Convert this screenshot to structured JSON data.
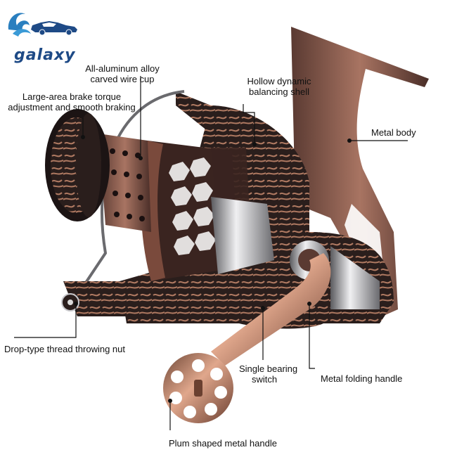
{
  "logo": {
    "brand_text": "galaxy",
    "icon": "wave-car-logo-icon",
    "colors": {
      "wave": "#2a7fbf",
      "car": "#1e4a86",
      "text": "#1e4a86"
    }
  },
  "product": {
    "subject": "spinning-fishing-reel",
    "colors": {
      "metal": "#8a5a4a",
      "dark": "#2a1e1c",
      "copper": "#c58c72",
      "silver": "#c8c8cc"
    }
  },
  "callouts": [
    {
      "id": "wire-cup",
      "lines": [
        "All-aluminum alloy",
        "carved wire cup"
      ]
    },
    {
      "id": "brake",
      "lines": [
        "Large-area brake torque",
        "adjustment and smooth braking"
      ]
    },
    {
      "id": "shell",
      "lines": [
        "Hollow dynamic",
        "balancing shell"
      ]
    },
    {
      "id": "body",
      "lines": [
        "Metal body"
      ]
    },
    {
      "id": "nut",
      "lines": [
        "Drop-type thread throwing nut"
      ]
    },
    {
      "id": "bearing",
      "lines": [
        "Single bearing",
        "switch"
      ]
    },
    {
      "id": "folding-handle",
      "lines": [
        "Metal folding handle"
      ]
    },
    {
      "id": "plum-handle",
      "lines": [
        "Plum shaped metal handle"
      ]
    }
  ]
}
